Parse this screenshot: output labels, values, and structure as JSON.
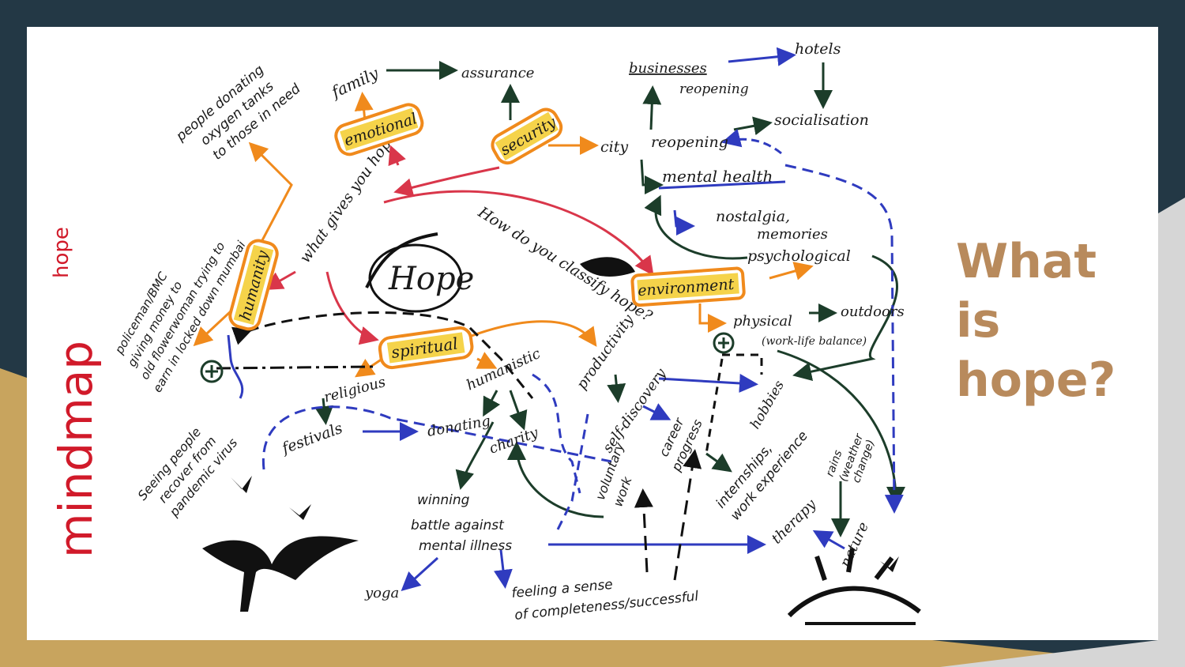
{
  "slide": {
    "title_lines": [
      "What",
      "is",
      "hope?"
    ],
    "colors": {
      "background": "#233845",
      "accent_gold": "#c8a45e",
      "title": "#b88a5c",
      "highlight_box": "#f5d34a",
      "box_border": "#f08a1c",
      "arrow_red": "#d9364a",
      "arrow_blue": "#2f3bbf",
      "arrow_green": "#1c3d2a"
    }
  },
  "mindmap": {
    "side_title": "mindmap",
    "side_subtitle": "hope",
    "center": "Hope",
    "question_1": "what gives you hope?",
    "question_2": "How do you classify hope?",
    "boxes": {
      "emotional": "emotional",
      "security": "security",
      "humanity": "humanity",
      "spiritual": "spiritual",
      "environment": "environment"
    },
    "nodes": {
      "family": "family",
      "assurance": "assurance",
      "city": "city",
      "reopening": "reopening",
      "businesses": "businesses",
      "businesses_reopening": "reopening",
      "hotels": "hotels",
      "socialisation": "socialisation",
      "mental_health": "mental health",
      "nostalgia": "nostalgia,",
      "memories": "memories",
      "psychological": "psychological",
      "physical": "physical",
      "outdoors": "outdoors",
      "work_life": "(work-life balance)",
      "people_donating": [
        "people donating",
        "oxygen tanks",
        "to those in need"
      ],
      "policeman": [
        "policeman/BMC",
        "giving money to",
        "old flowerwoman trying to",
        "earn in locked down mumbai"
      ],
      "seeing_people": [
        "Seeing people",
        "recover from",
        "pandemic virus"
      ],
      "religious": "religious",
      "festivals": "festivals",
      "humanistic": "humanistic",
      "donating": "donating",
      "charity": "charity",
      "productivity": "productivity",
      "self_discovery": "self-discovery",
      "career_progress": [
        "career",
        "progress"
      ],
      "voluntary_work": [
        "voluntary",
        "work"
      ],
      "hobbies": "hobbies",
      "internships": [
        "internships,",
        "work experience"
      ],
      "rains": [
        "rains",
        "(weather",
        "change)"
      ],
      "therapy": "therapy",
      "nature": "nature",
      "winning": [
        "winning",
        "battle against",
        "mental illness"
      ],
      "yoga": "yoga",
      "feeling": [
        "feeling a sense",
        "of completeness/successful"
      ]
    }
  }
}
